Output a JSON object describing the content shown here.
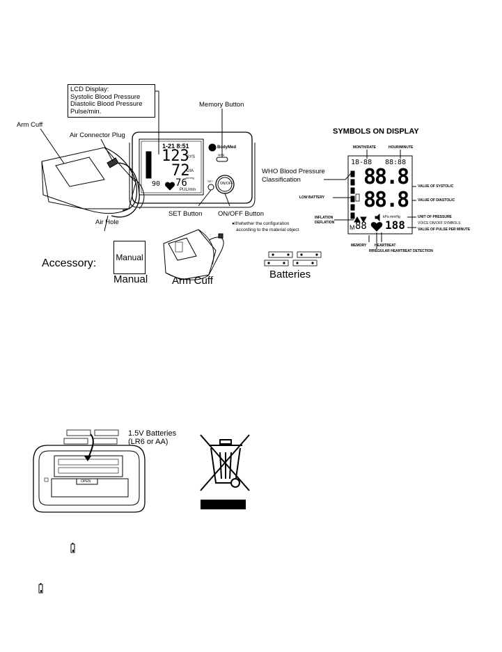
{
  "lcd_display": {
    "lines": [
      "LCD Display:",
      "Systolic Blood Pressure",
      "Diastolic Blood Pressure",
      "Pulse/min."
    ]
  },
  "device_labels": {
    "memory_button": "Memory Button",
    "arm_cuff": "Arm  Cuff",
    "air_connector_plug": "Air Connector Plug",
    "air_hole": "Air Hole",
    "set_button": "SET Button",
    "onoff_button": "ON/OFF  Button",
    "brand": "BodyMed",
    "onoff_face": "ON/OFF",
    "set_face": "SET",
    "mem_face": "MEM",
    "sys": "SYS",
    "dia": "DIA",
    "pul": "PUL/min",
    "mmhg": "mmHg",
    "date_time": "1-21 8:51",
    "sys_value": "123",
    "dia_value": "72",
    "pulse_value": "76",
    "memory_value": "90"
  },
  "config_note": {
    "line1": "●If/whether the configuration",
    "line2": "according to the material object"
  },
  "symbols_on_display": {
    "title": "SYMBOLS ON DISPLAY",
    "month_date": "MONTH/DATE",
    "hour_minute": "HOUR/MINUTE",
    "who_line1": "WHO Blood Pressure",
    "who_line2": "Classification",
    "low_battery": "LOW BATTERY",
    "inflation": "INFLATION",
    "deflation": "DEFLATION",
    "memory": "MEMORY",
    "heartbeat": "HEARTBEAT",
    "irregular": "IRREGULAR HEARTBEAT DETECTION",
    "value_systolic": "VALUE OF SYSTOLIC",
    "value_diastolic": "VALUE OF DIASTOLIC",
    "unit_pressure": "UNIT OF PRESSURE",
    "voice_symbols": "VOICE ON/OFF SYMBOLS",
    "value_pulse": "VALUE OF PULSE PER MINUTE",
    "lcd_date": "18-88",
    "lcd_time": "88:88",
    "lcd_sys": "88.8",
    "lcd_dia": "88.8",
    "lcd_pulse": "188",
    "lcd_mem": "88",
    "lcd_m": "M",
    "lcd_units": "kPa mmHg"
  },
  "accessory": {
    "label": "Accessory:",
    "manual_box": "Manual",
    "manual": "Manual",
    "arm_cuff": "Arm Cuff",
    "batteries": "Batteries"
  },
  "battery_section": {
    "line1": "1.5V Batteries",
    "line2": "(LR6 or AA)",
    "open_label": "OPEN"
  }
}
